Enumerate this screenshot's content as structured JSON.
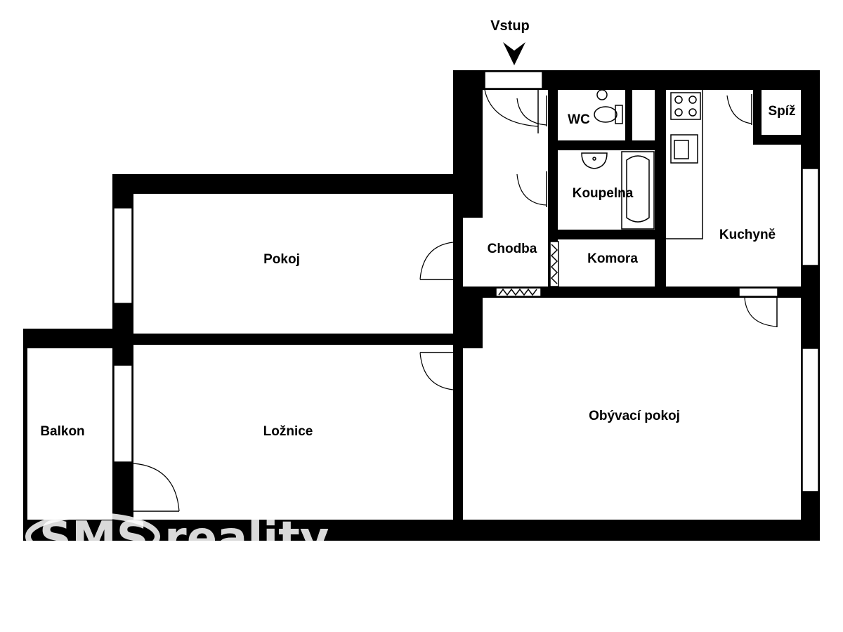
{
  "entry": {
    "label": "Vstup"
  },
  "rooms": {
    "wc": "WC",
    "spiz": "Spíž",
    "koupelna": "Koupelna",
    "chodba": "Chodba",
    "komora": "Komora",
    "kuchyne": "Kuchyně",
    "pokoj": "Pokoj",
    "loznice": "Ložnice",
    "obyvaci": "Obývací pokoj",
    "balkon": "Balkon"
  },
  "watermark": {
    "text": "SMS reality"
  }
}
